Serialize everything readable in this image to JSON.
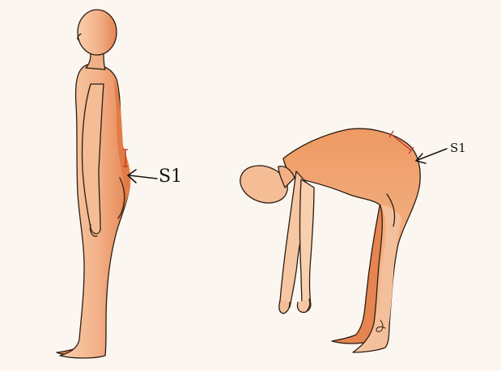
{
  "labels": {
    "standing_marker": "S1",
    "bending_marker": "S1"
  },
  "icons": {
    "standing_figure": "standing-person-illustration",
    "bending_figure": "forward-bending-person-illustration",
    "arrow": "arrow-left-icon"
  },
  "colors": {
    "skin_light": "#f6c7a2",
    "skin_mid": "#ee9e6b",
    "skin_dark": "#e27c45",
    "outline": "#2a1d14",
    "marker": "#c0392b",
    "background": "#fbf6ef"
  }
}
